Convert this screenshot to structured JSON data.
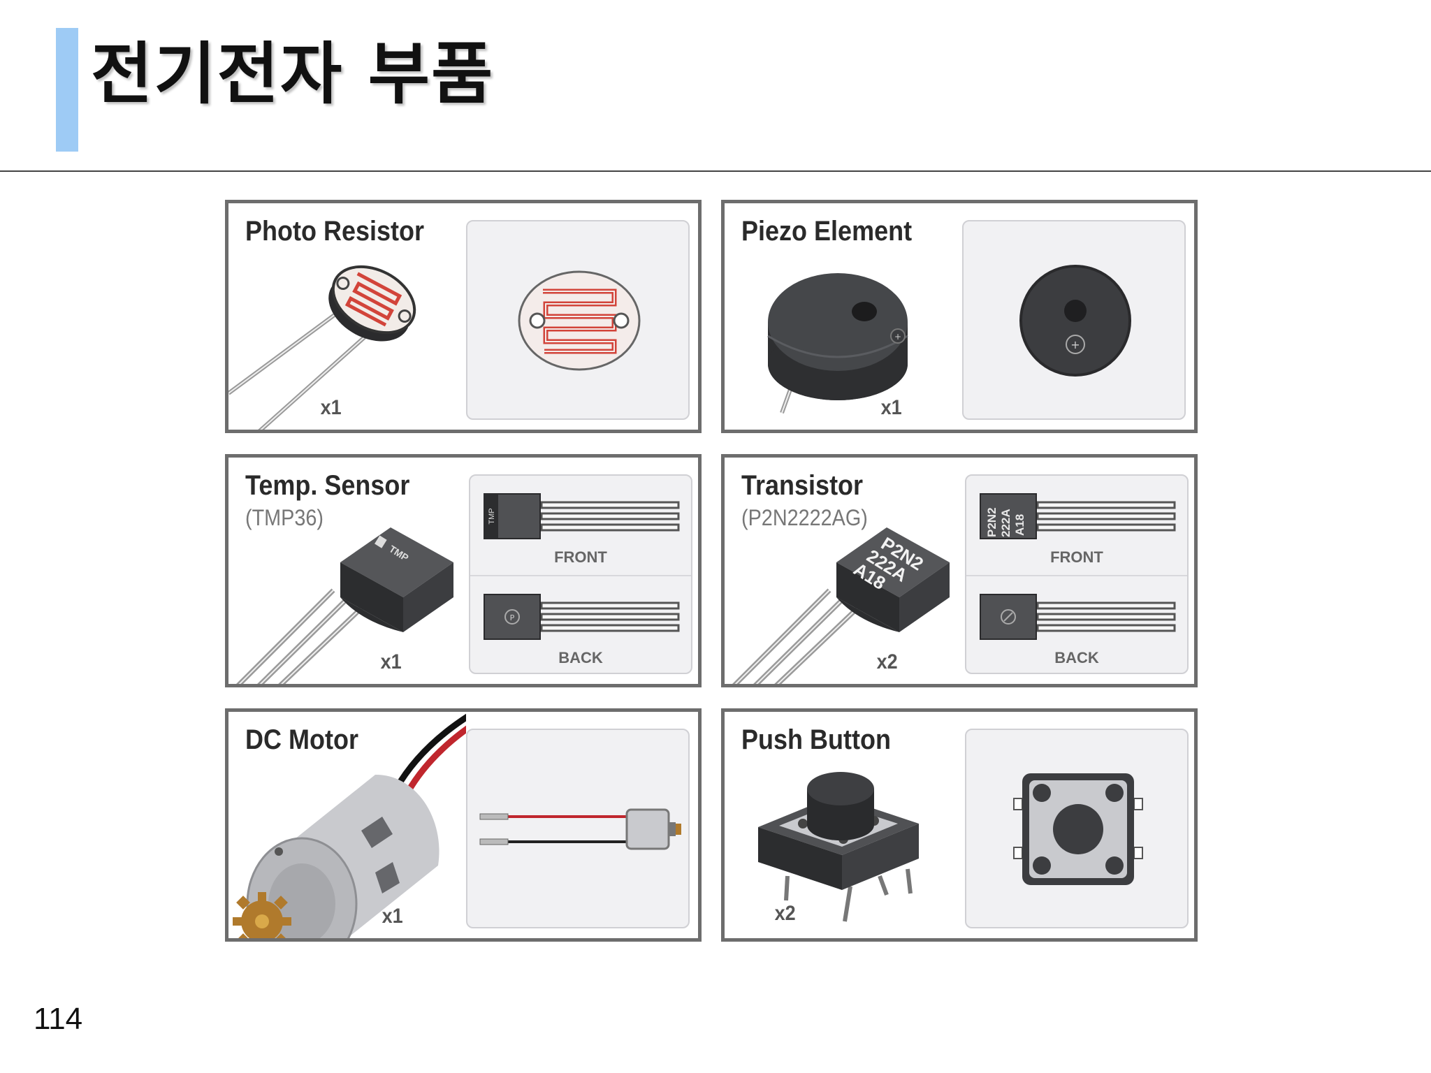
{
  "page": {
    "title": "전기전자 부품",
    "number": "114"
  },
  "components": [
    {
      "title": "Photo Resistor",
      "subtitle": "",
      "quantity": "x1"
    },
    {
      "title": "Piezo Element",
      "subtitle": "",
      "quantity": "x1"
    },
    {
      "title": "Temp. Sensor",
      "subtitle": "(TMP36)",
      "quantity": "x1",
      "front_label": "FRONT",
      "back_label": "BACK",
      "marking": "TMP"
    },
    {
      "title": "Transistor",
      "subtitle": "(P2N2222AG)",
      "quantity": "x2",
      "front_label": "FRONT",
      "back_label": "BACK",
      "marking": [
        "P2N2",
        "222A",
        "A18"
      ]
    },
    {
      "title": "DC Motor",
      "subtitle": "",
      "quantity": "x1"
    },
    {
      "title": "Push Button",
      "subtitle": "",
      "quantity": "x2"
    }
  ],
  "colors": {
    "accent": "#9ecbf5",
    "card_border": "#6d6d6d",
    "body_dark": "#3c3d40",
    "resistor_trace": "#d2443a",
    "wire_red": "#c0262d"
  }
}
